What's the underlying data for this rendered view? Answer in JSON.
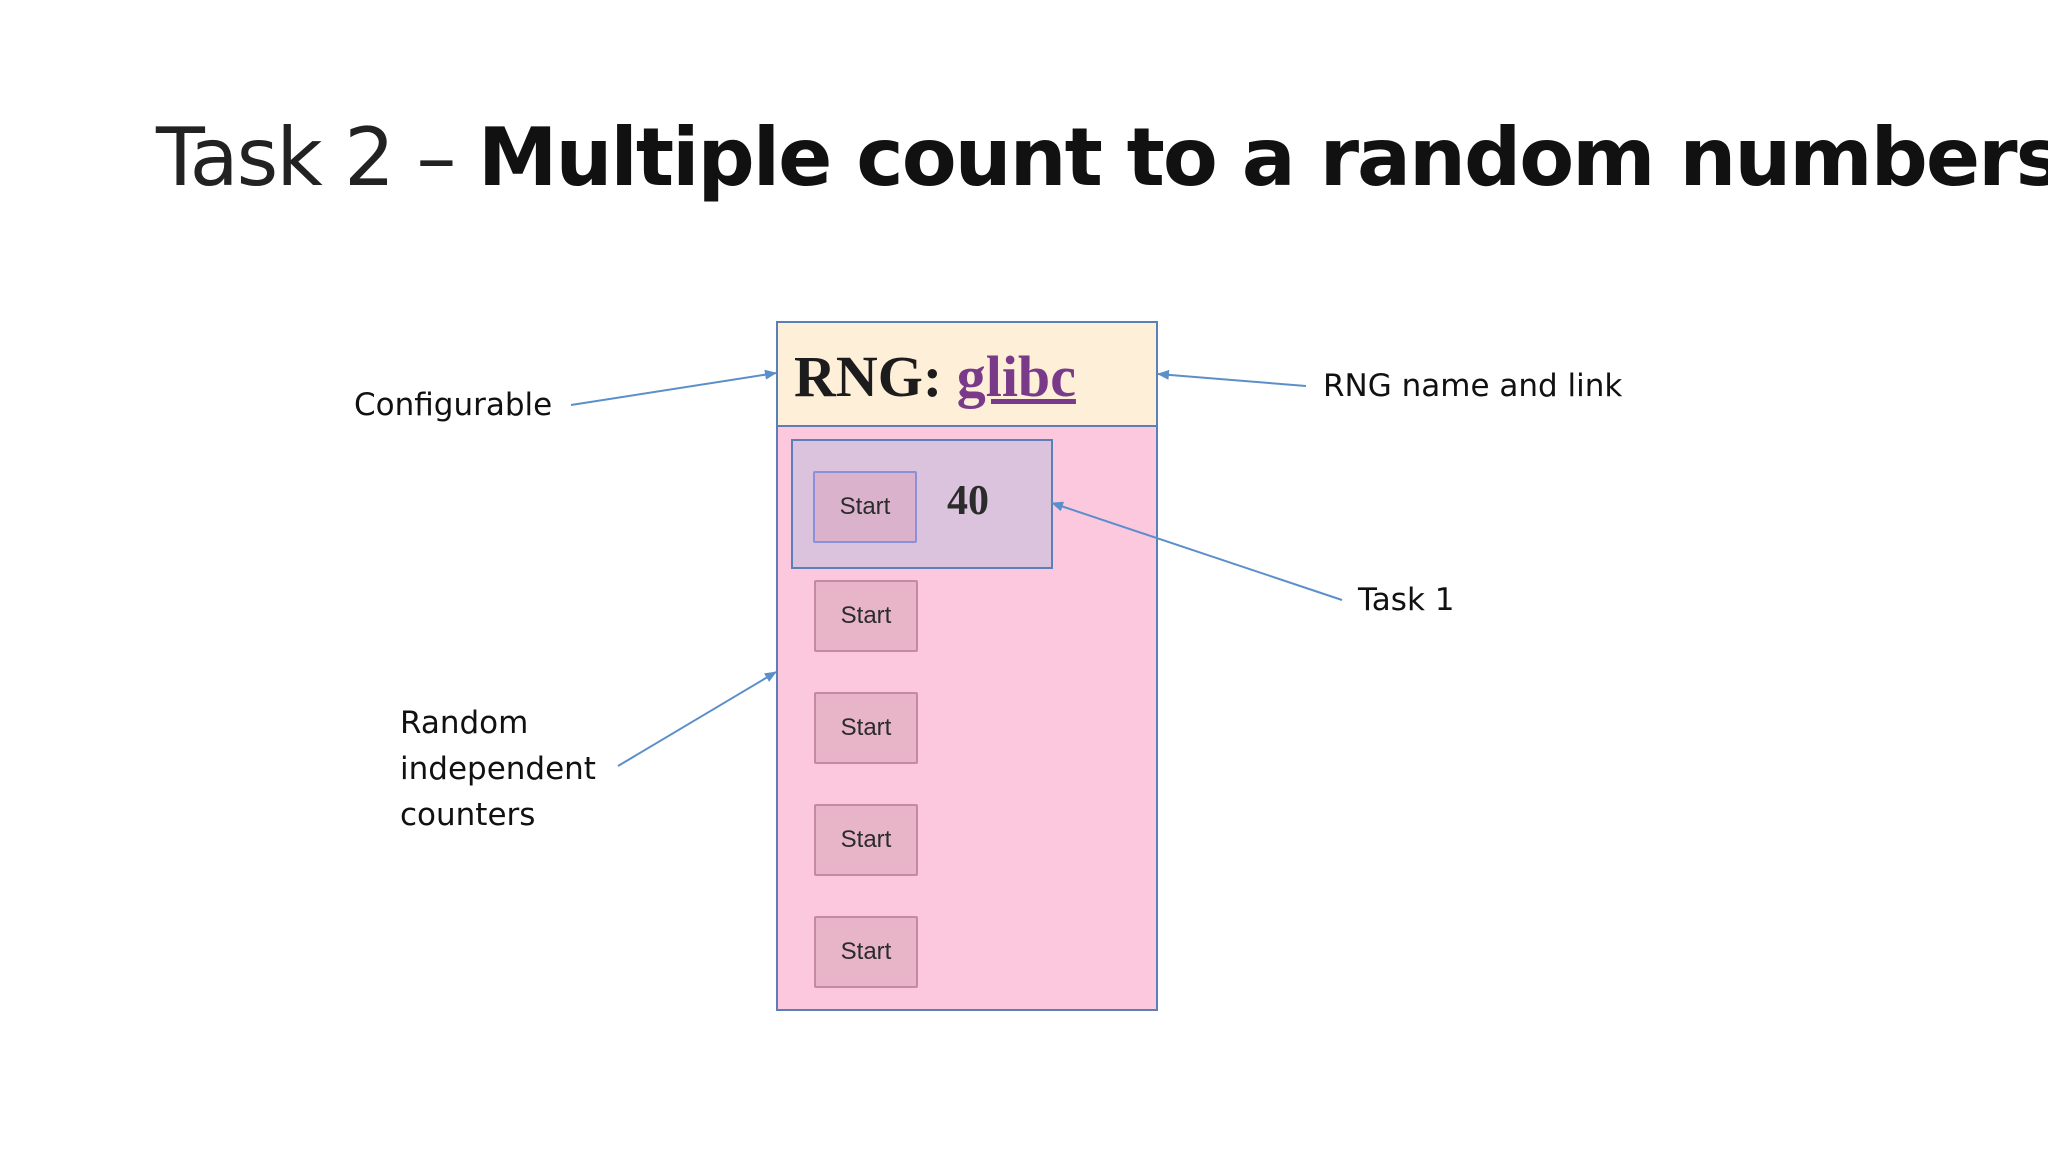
{
  "slide": {
    "title_prefix": "Task 2 – ",
    "title_main": "Multiple count to a random numbers"
  },
  "ui": {
    "rng_label": "RNG:",
    "rng_name": "glibc",
    "task1": {
      "button_label": "Start",
      "value": "40"
    },
    "counters": [
      {
        "button_label": "Start"
      },
      {
        "button_label": "Start"
      },
      {
        "button_label": "Start"
      },
      {
        "button_label": "Start"
      }
    ]
  },
  "annotations": {
    "configurable": "Configurable",
    "rng_name_link": "RNG name and link",
    "task1": "Task 1",
    "random_counters": [
      "Random",
      "independent",
      "counters"
    ]
  },
  "colors": {
    "header_bg": "#fdefd8",
    "panel_bg": "#fcc8de",
    "task1_bg": "#dcc3dd",
    "border": "#5b7fb7",
    "arrow": "#5b8fc9",
    "link": "#7a3a8a"
  }
}
